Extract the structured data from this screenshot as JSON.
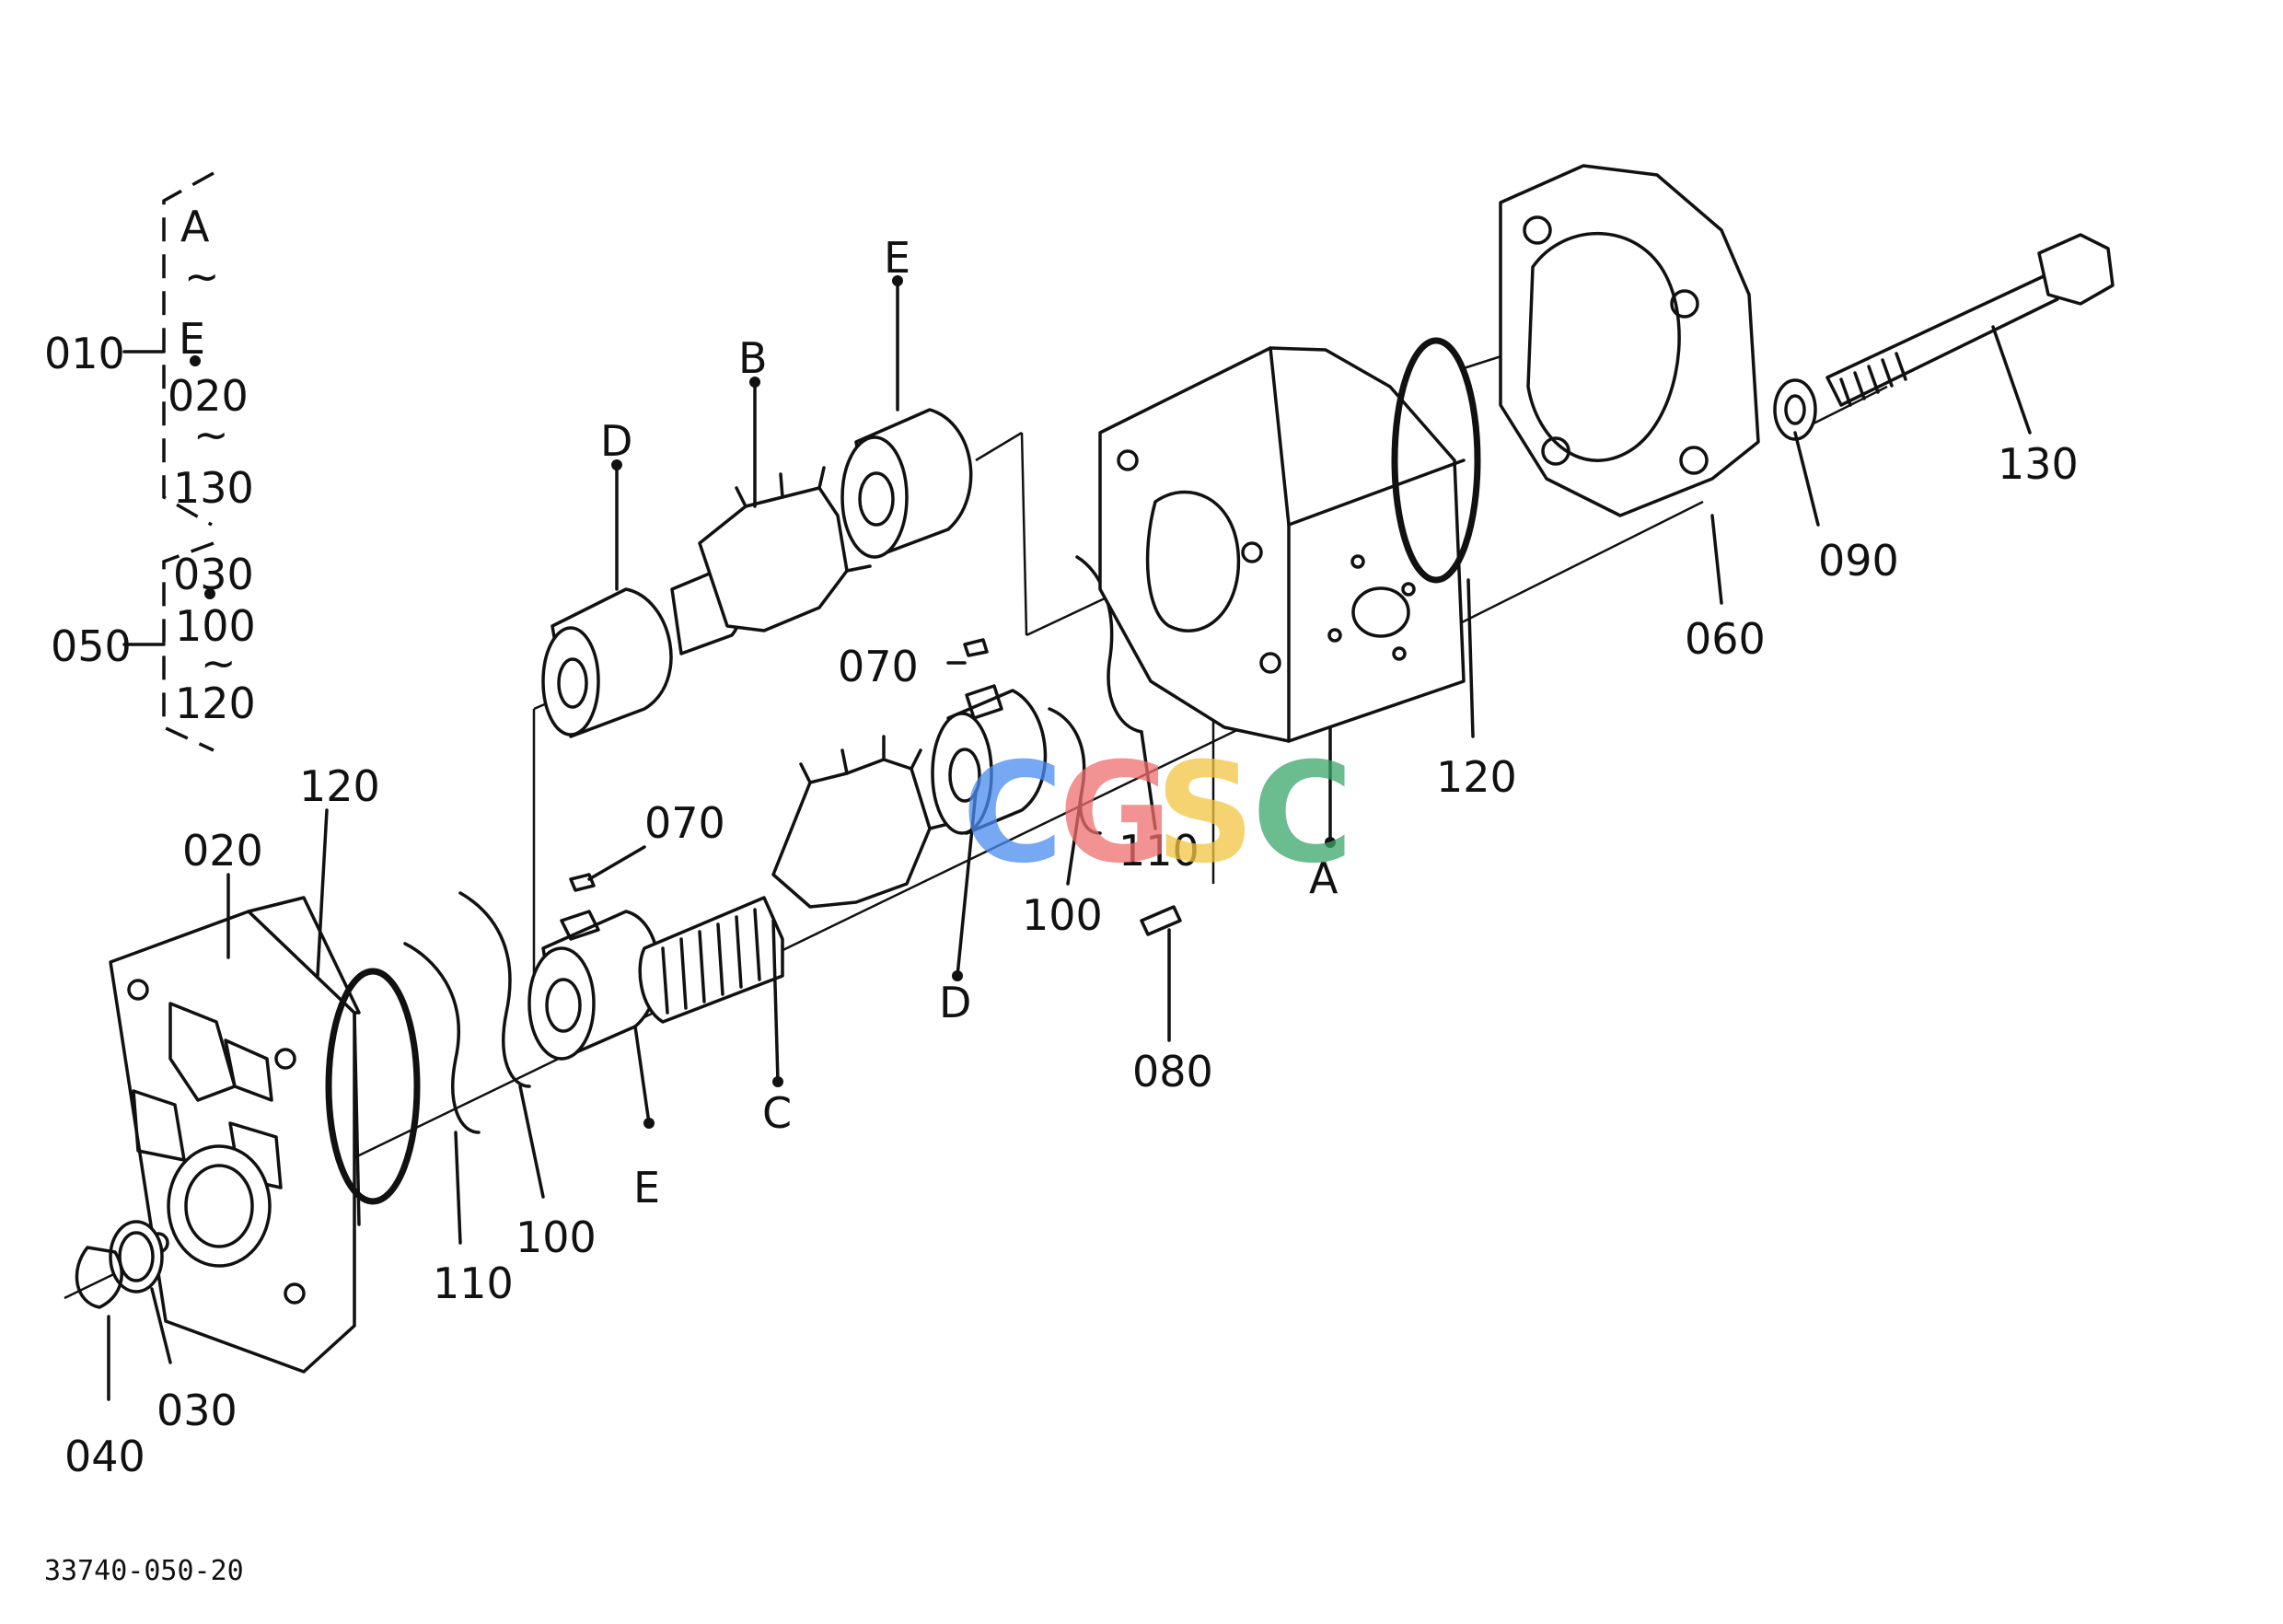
{
  "drawing_number": "33740-050-20",
  "watermark": {
    "letters": [
      "C",
      "G",
      "S",
      "C"
    ],
    "colors": [
      "#4a8cf0",
      "#ee6e6e",
      "#f4c542",
      "#3aa66a"
    ]
  },
  "group_labels": {
    "g010": "010",
    "g010_a": "A",
    "g010_tilde": "~",
    "g010_e": "E",
    "g010_from": "020",
    "g010_tilde2": "~",
    "g010_to": "130",
    "g050": "050",
    "g050_from": "030",
    "g050_mid": "100",
    "g050_tilde": "~",
    "g050_to": "120"
  },
  "part_labels": {
    "p020": "020",
    "p030": "030",
    "p040": "040",
    "p060": "060",
    "p070_a": "070",
    "p070_b": "070",
    "p080": "080",
    "p090": "090",
    "p100_a": "100",
    "p100_b": "100",
    "p110_a": "110",
    "p110_b": "110",
    "p120_a": "120",
    "p120_b": "120",
    "p130": "130"
  },
  "sub_labels": {
    "a": "A",
    "b": "B",
    "c": "C",
    "d_upper": "D",
    "d_lower": "D",
    "e_upper": "E",
    "e_lower": "E"
  }
}
